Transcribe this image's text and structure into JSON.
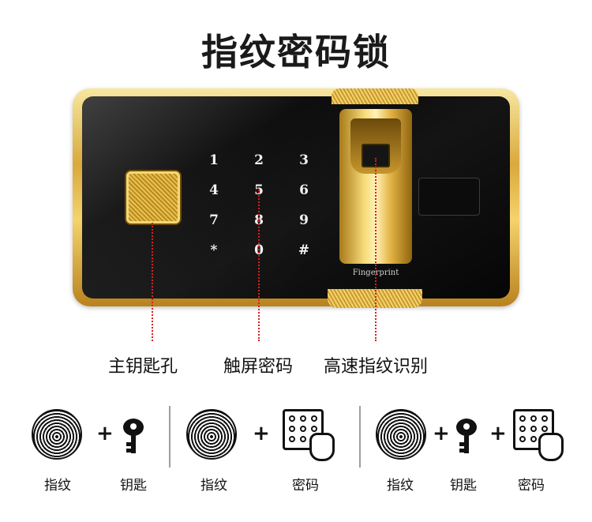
{
  "title": "指纹密码锁",
  "keypad": {
    "keys": [
      "1",
      "2",
      "3",
      "4",
      "5",
      "6",
      "7",
      "8",
      "9",
      "*",
      "0",
      "#"
    ]
  },
  "fingerprint_label": "Fingerprint",
  "callouts": {
    "keyhole": "主钥匙孔",
    "touchscreen": "触屏密码",
    "fingerprint": "高速指纹识别"
  },
  "leader_color": "#d81f1f",
  "accent_gold": "#d9a93c",
  "combos": [
    {
      "items": [
        "指纹",
        "钥匙"
      ],
      "icons": [
        "fingerprint-icon",
        "key-icon"
      ]
    },
    {
      "items": [
        "指纹",
        "密码"
      ],
      "icons": [
        "fingerprint-icon",
        "keypad-icon"
      ]
    },
    {
      "items": [
        "指纹",
        "钥匙",
        "密码"
      ],
      "icons": [
        "fingerprint-icon",
        "key-icon",
        "keypad-icon"
      ]
    }
  ]
}
